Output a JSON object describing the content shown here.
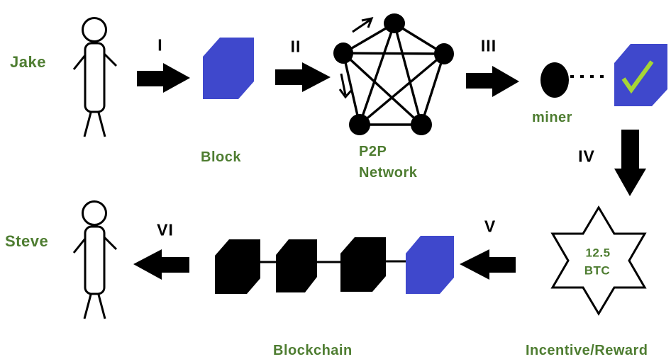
{
  "colors": {
    "background": "#ffffff",
    "shape_black": "#000000",
    "block_blue": "#3f48cc",
    "label_green": "#4e7d31",
    "check_green": "#a6d535"
  },
  "actors": {
    "sender": "Jake",
    "receiver": "Steve"
  },
  "steps": [
    "I",
    "II",
    "III",
    "IV",
    "V",
    "VI"
  ],
  "labels": {
    "block": "Block",
    "p2p_line1": "P2P",
    "p2p_line2": "Network",
    "miner": "miner",
    "reward_amount": "12.5",
    "reward_currency": "BTC",
    "incentive": "Incentive/Reward",
    "blockchain": "Blockchain"
  }
}
